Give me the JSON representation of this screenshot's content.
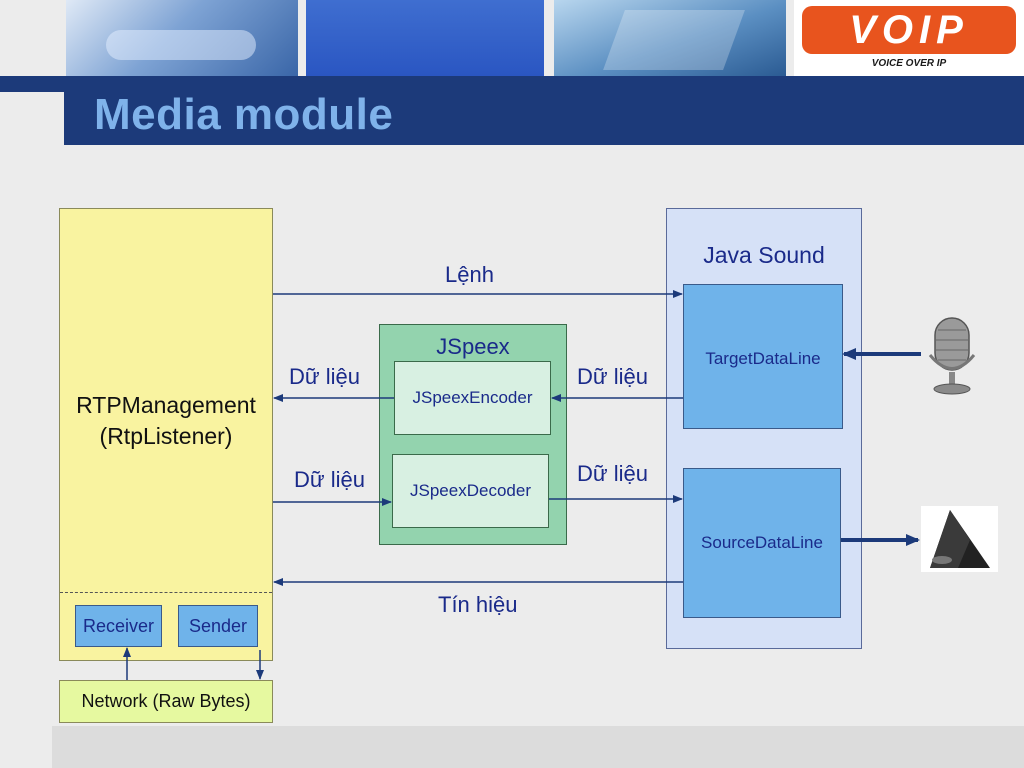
{
  "header": {
    "title": "Media module",
    "logo": {
      "text": "VOIP",
      "subtitle": "VOICE OVER IP"
    }
  },
  "diagram": {
    "rtp_management": {
      "line1": "RTPManagement",
      "line2": "(RtpListener)"
    },
    "receiver": "Receiver",
    "sender": "Sender",
    "network": "Network (Raw Bytes)",
    "jspeex": {
      "title": "JSpeex",
      "encoder": "JSpeexEncoder",
      "decoder": "JSpeexDecoder"
    },
    "java_sound": {
      "title": "Java Sound",
      "target": "TargetDataLine",
      "source": "SourceDataLine"
    },
    "labels": {
      "command": "Lệnh",
      "data_left_top": "Dữ liệu",
      "data_right_top": "Dữ liệu",
      "data_left_bottom": "Dữ liệu",
      "data_right_bottom": "Dữ liệu",
      "signal": "Tín hiệu"
    },
    "icons": {
      "microphone": "microphone-icon",
      "speaker": "speaker-icon"
    }
  },
  "colors": {
    "title_bar": "#1c3a7a",
    "title_text": "#7fb2ea",
    "rtp_box": "#f9f3a0",
    "jspeex_box": "#93d3ae",
    "java_sound_box": "#d6e1f7",
    "inner_blue": "#6fb3ea",
    "network_box": "#e6f9a0",
    "arrow": "#1c3a7a"
  }
}
